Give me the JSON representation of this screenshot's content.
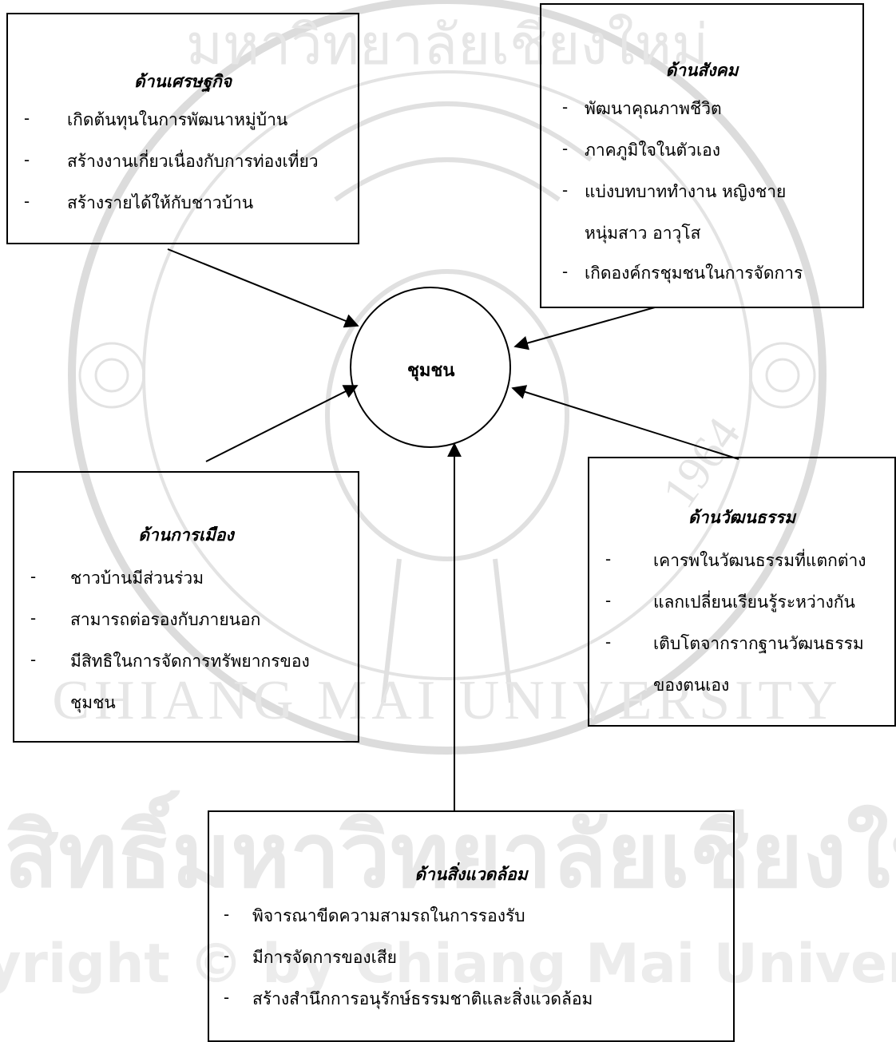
{
  "center": {
    "label": "ชุมชน"
  },
  "economic": {
    "title": "ด้านเศรษฐกิจ",
    "items": [
      "เกิดต้นทุนในการพัฒนาหมู่บ้าน",
      "สร้างงานเกี่ยวเนื่องกับการท่องเที่ยว",
      "สร้างรายได้ให้กับชาวบ้าน"
    ]
  },
  "social": {
    "title": "ด้านสังคม",
    "items": [
      "พัฒนาคุณภาพชีวิต",
      "ภาคภูมิใจในตัวเอง",
      "แบ่งบทบาททำงาน หญิงชาย",
      "หนุ่มสาว อาวุโส",
      "เกิดองค์กรชุมชนในการจัดการ"
    ]
  },
  "political": {
    "title": "ด้านการเมือง",
    "items": [
      "ชาวบ้านมีส่วนร่วม",
      "สามารถต่อรองกับภายนอก",
      "มีสิทธิในการจัดการทรัพยากรของ",
      "ชุมชน"
    ]
  },
  "cultural": {
    "title": "ด้านวัฒนธรรม",
    "items": [
      "เคารพในวัฒนธรรมที่แตกต่าง",
      "แลกเปลี่ยนเรียนรู้ระหว่างกัน",
      "เติบโตจากรากฐานวัฒนธรรม",
      "ของตนเอง"
    ]
  },
  "environment": {
    "title": "ด้านสิ่งแวดล้อม",
    "items": [
      "พิจารณาขีดความสามรถในการรองรับ",
      "มีการจัดการของเสีย",
      "สร้างสำนึกการอนุรักษ์ธรรมชาติและสิ่งแวดล้อม"
    ]
  },
  "watermark": {
    "thai": "ลิขสิทธิ์มหาวิทยาลัยเชียงใหม่",
    "english": "Copyright © by Chiang Mai University",
    "arc_bottom": "CHIANG MAI UNIVERSITY",
    "year": "1964",
    "arc_top": "มหาวิทยาลัยเชียงใหม่"
  }
}
